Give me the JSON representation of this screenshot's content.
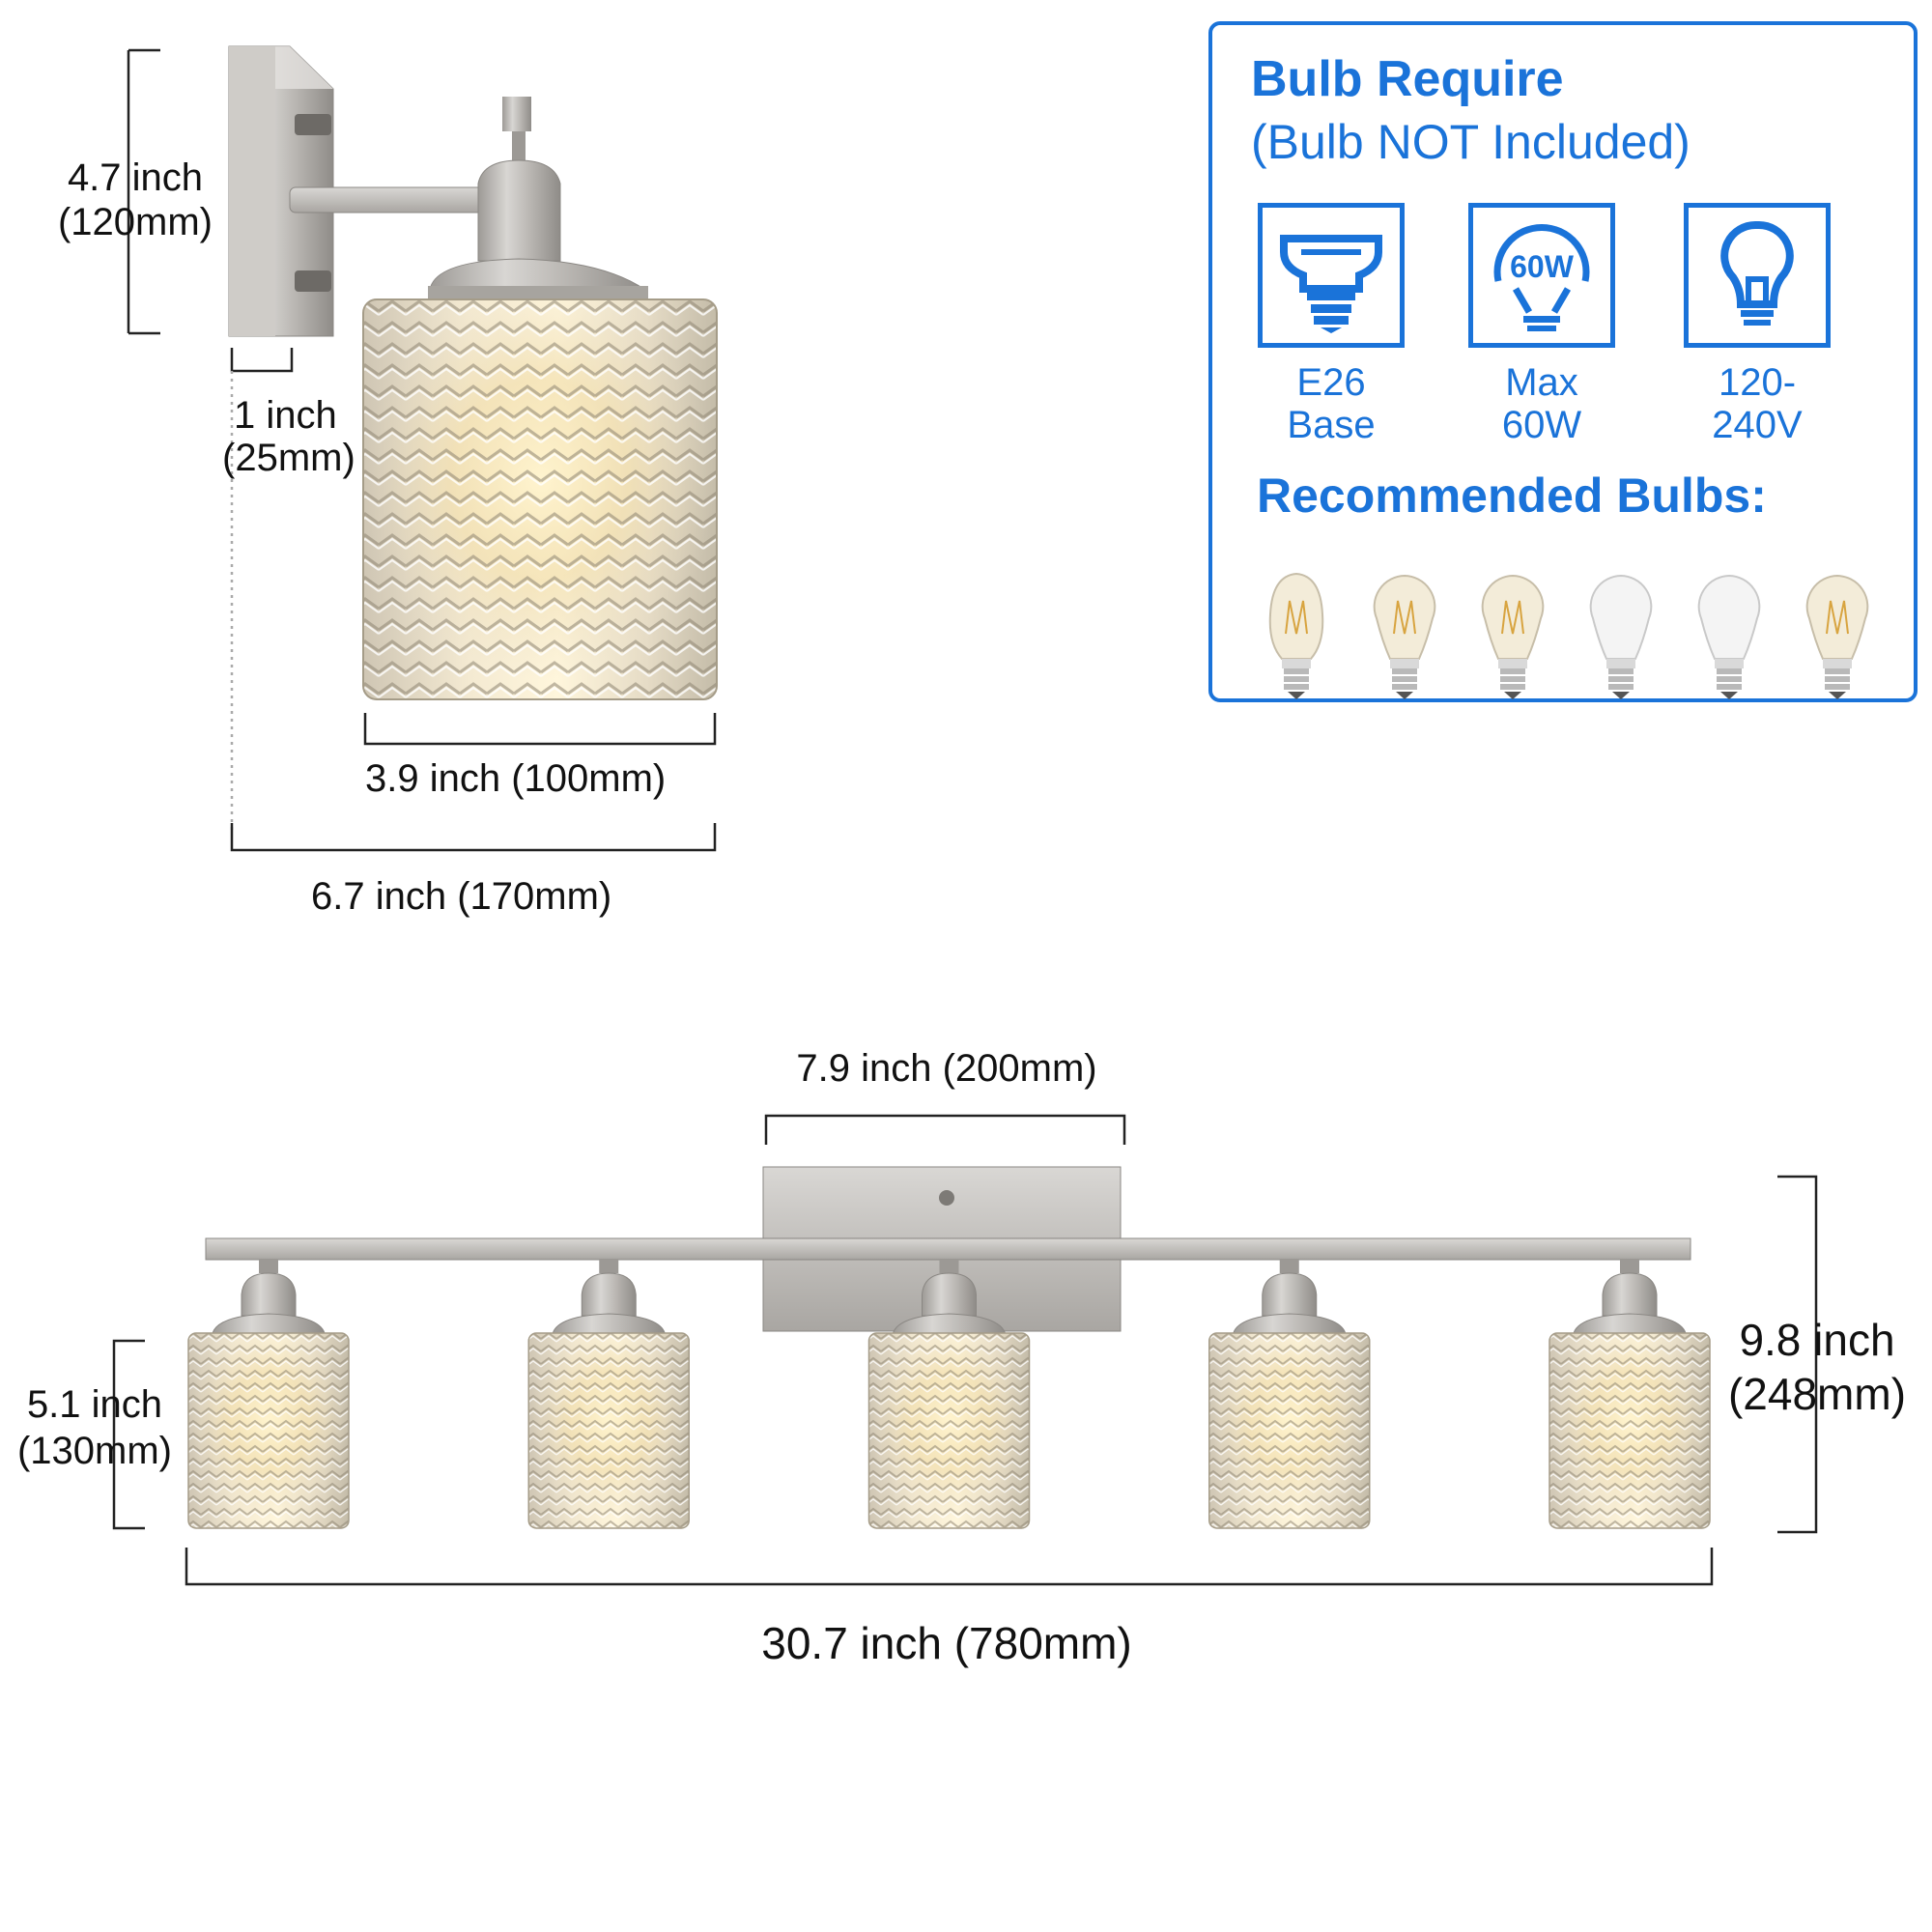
{
  "colors": {
    "accent": "#1a73d9",
    "metal": "#bfbdba",
    "glass": "#e8dcc2"
  },
  "single_sconce": {
    "height_label": "4.7 inch",
    "height_label_mm": "(120mm)",
    "depth_label": "1 inch",
    "depth_label_mm": "(25mm)",
    "shade_width_label": "3.9 inch  (100mm)",
    "extension_label": "6.7 inch  (170mm)"
  },
  "specs": {
    "title": "Bulb Require",
    "subtitle": "(Bulb NOT Included)",
    "items": [
      {
        "icon": "e26-base-icon",
        "line1": "E26",
        "line2": "Base"
      },
      {
        "icon": "60w-bulb-icon",
        "icon_text": "60W",
        "line1": "Max",
        "line2": "60W"
      },
      {
        "icon": "bulb-outline-icon",
        "line1": "120-",
        "line2": "240V"
      }
    ],
    "recommended_title": "Recommended Bulbs:",
    "recommended_bulbs": [
      "st64-edison-bulb",
      "a19-filament-bulb",
      "a19-spiral-filament-bulb",
      "a19-led-bulb",
      "a21-led-bulb",
      "g25-filament-bulb"
    ]
  },
  "vanity": {
    "backplate_width_label": "7.9 inch (200mm)",
    "shade_height_label": "5.1 inch",
    "shade_height_label_mm": "(130mm)",
    "total_height_label": "9.8 inch",
    "total_height_label_mm": "(248mm)",
    "total_width_label": "30.7 inch (780mm)",
    "light_count": 5
  }
}
